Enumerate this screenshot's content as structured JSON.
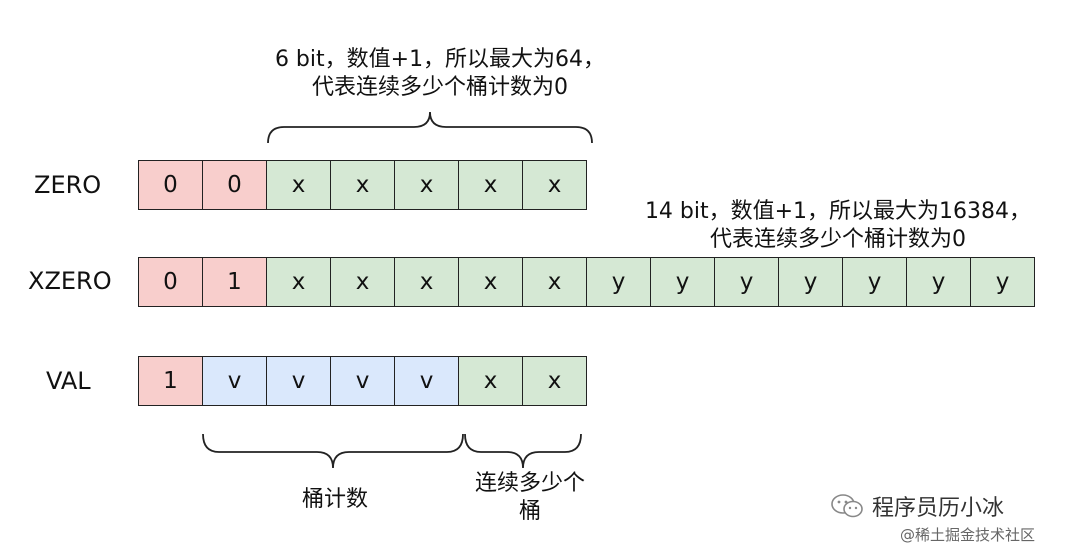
{
  "rows": [
    {
      "label": "ZERO",
      "cells": [
        {
          "text": "0",
          "kind": "prefix"
        },
        {
          "text": "0",
          "kind": "prefix"
        },
        {
          "text": "x",
          "kind": "data"
        },
        {
          "text": "x",
          "kind": "data"
        },
        {
          "text": "x",
          "kind": "data"
        },
        {
          "text": "x",
          "kind": "data"
        },
        {
          "text": "x",
          "kind": "data"
        }
      ]
    },
    {
      "label": "XZERO",
      "cells": [
        {
          "text": "0",
          "kind": "prefix"
        },
        {
          "text": "1",
          "kind": "prefix"
        },
        {
          "text": "x",
          "kind": "data"
        },
        {
          "text": "x",
          "kind": "data"
        },
        {
          "text": "x",
          "kind": "data"
        },
        {
          "text": "x",
          "kind": "data"
        },
        {
          "text": "x",
          "kind": "data"
        },
        {
          "text": "y",
          "kind": "data"
        },
        {
          "text": "y",
          "kind": "data"
        },
        {
          "text": "y",
          "kind": "data"
        },
        {
          "text": "y",
          "kind": "data"
        },
        {
          "text": "y",
          "kind": "data"
        },
        {
          "text": "y",
          "kind": "data"
        },
        {
          "text": "y",
          "kind": "data"
        }
      ]
    },
    {
      "label": "VAL",
      "cells": [
        {
          "text": "1",
          "kind": "prefix"
        },
        {
          "text": "v",
          "kind": "count"
        },
        {
          "text": "v",
          "kind": "count"
        },
        {
          "text": "v",
          "kind": "count"
        },
        {
          "text": "v",
          "kind": "count"
        },
        {
          "text": "x",
          "kind": "data"
        },
        {
          "text": "x",
          "kind": "data"
        }
      ]
    }
  ],
  "annotations": {
    "zero": {
      "line1": "6 bit，数值+1，所以最大为64，",
      "line2": "代表连续多少个桶计数为0"
    },
    "xzero": {
      "line1": "14 bit，数值+1，所以最大为16384，",
      "line2": "代表连续多少个桶计数为0"
    },
    "val_count": "桶计数",
    "val_run": {
      "line1": "连续多少个",
      "line2": "桶"
    }
  },
  "watermark": {
    "account": "程序员历小冰",
    "site": "@稀土掘金技术社区"
  },
  "colors": {
    "prefix": "#f8cecc",
    "count": "#dae8fc",
    "data": "#d5e8d4"
  }
}
